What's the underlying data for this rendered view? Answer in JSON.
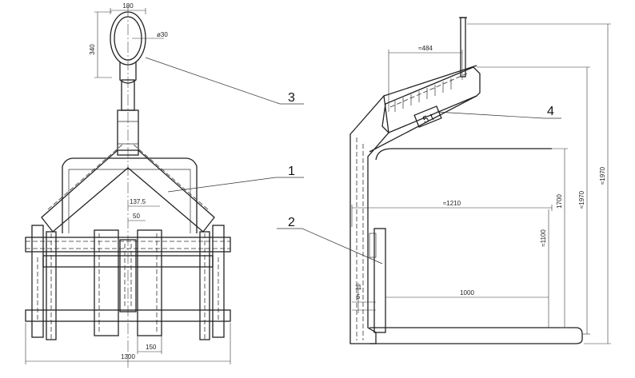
{
  "dimensions": {
    "ring_width": "180",
    "ring_height": "340",
    "ring_diameter": "ø30",
    "offset": "137.5",
    "fifty": "50",
    "fork_width": "150",
    "total_width": "1300",
    "top_length": "≈484",
    "inner_length": "≈1210",
    "inner_height": "≈1100",
    "fork_length": "1000",
    "height_1700": "1700",
    "height_1970": "≈1970",
    "small_11": "11",
    "small_5": "5"
  },
  "part_labels": [
    "1",
    "2",
    "3",
    "4"
  ],
  "load_plate": "5 t"
}
